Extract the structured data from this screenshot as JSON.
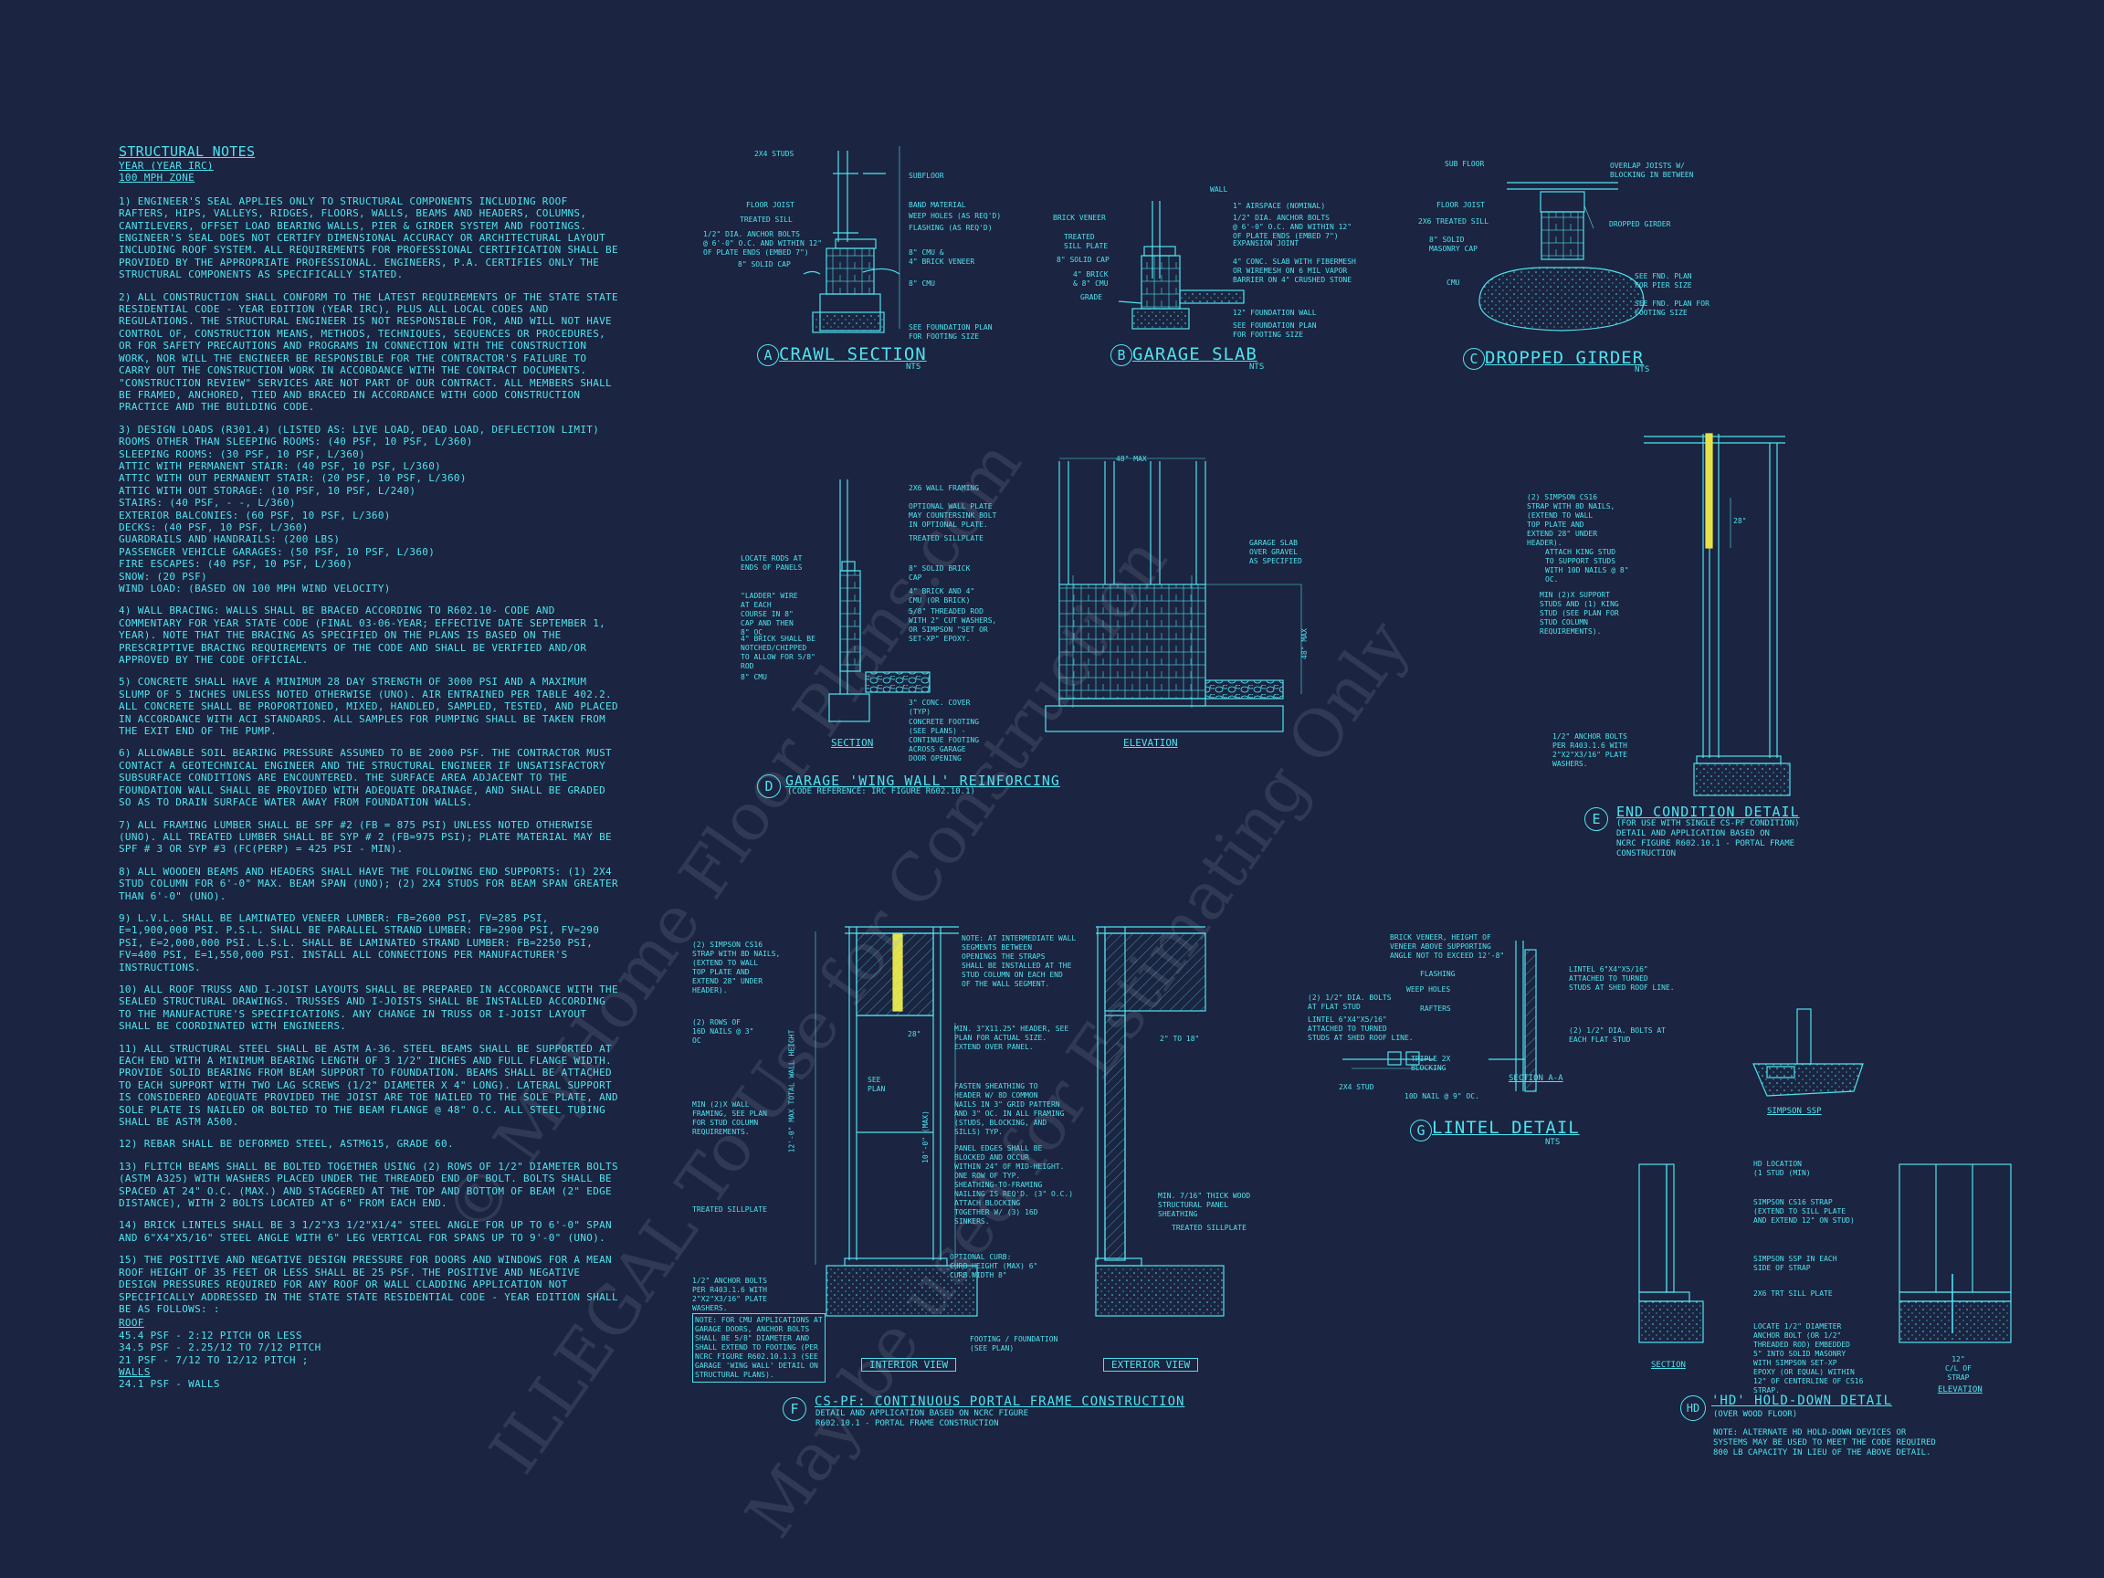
{
  "notes": {
    "header": "STRUCTURAL NOTES",
    "subheader_1": "YEAR (YEAR IRC)",
    "subheader_2": "100 mph ZONE",
    "paragraphs": [
      "1) ENGINEER'S SEAL APPLIES ONLY TO STRUCTURAL COMPONENTS INCLUDING ROOF RAFTERS, HIPS, VALLEYS, RIDGES, FLOORS, WALLS, BEAMS AND HEADERS, COLUMNS, CANTILEVERS, OFFSET LOAD BEARING WALLS, PIER & GIRDER SYSTEM AND FOOTINGS. ENGINEER'S SEAL DOES NOT CERTIFY DIMENSIONAL ACCURACY OR ARCHITECTURAL LAYOUT INCLUDING ROOF SYSTEM. ALL REQUIREMENTS FOR PROFESSIONAL CERTIFICATION SHALL BE PROVIDED BY THE APPROPRIATE PROFESSIONAL. ENGINEERS, P.A. CERTIFIES ONLY THE STRUCTURAL COMPONENTS AS SPECIFICALLY STATED.",
      "2) ALL CONSTRUCTION SHALL CONFORM TO THE LATEST REQUIREMENTS OF THE STATE STATE RESIDENTIAL CODE - YEAR EDITION (YEAR IRC), PLUS ALL LOCAL CODES AND REGULATIONS. THE STRUCTURAL ENGINEER IS NOT RESPONSIBLE FOR, AND WILL NOT HAVE CONTROL OF, CONSTRUCTION MEANS, METHODS, TECHNIQUES, SEQUENCES OR PROCEDURES, OR FOR SAFETY PRECAUTIONS AND PROGRAMS IN CONNECTION WITH THE CONSTRUCTION WORK, NOR WILL THE ENGINEER BE RESPONSIBLE FOR THE CONTRACTOR'S FAILURE TO CARRY OUT THE CONSTRUCTION WORK IN ACCORDANCE WITH THE CONTRACT DOCUMENTS. \"CONSTRUCTION REVIEW\" SERVICES ARE NOT PART OF OUR CONTRACT. ALL MEMBERS SHALL BE FRAMED, ANCHORED, TIED AND BRACED IN ACCORDANCE WITH GOOD CONSTRUCTION PRACTICE AND THE BUILDING CODE."
    ],
    "loads": [
      "3) DESIGN LOADS (R301.4) (LISTED AS: LIVE LOAD, DEAD LOAD, DEFLECTION LIMIT)",
      "ROOMS OTHER THAN SLEEPING ROOMS: (40 PSF, 10 PSF, L/360)",
      "SLEEPING ROOMS: (30 PSF, 10 PSF, L/360)",
      "ATTIC WITH PERMANENT STAIR: (40 PSF, 10 PSF, L/360)",
      "ATTIC WITH OUT PERMANENT STAIR: (20 PSF, 10 PSF, L/360)",
      "ATTIC WITH OUT STORAGE: (10 PSF, 10 PSF, L/240)",
      "STAIRS: (40 PSF, - -, L/360)",
      "EXTERIOR BALCONIES: (60 PSF, 10 PSF, L/360)",
      "DECKS: (40 PSF, 10 PSF, L/360)",
      "GUARDRAILS AND HANDRAILS: (200 LBS)",
      "PASSENGER VEHICLE GARAGES: (50 PSF, 10 PSF, L/360)",
      "FIRE ESCAPES: (40 PSF, 10 PSF, L/360)",
      "SNOW: (20 PSF)",
      "WIND LOAD: (BASED ON 100 MPH WIND VELOCITY)"
    ],
    "paragraphs_2": [
      "4) WALL BRACING: WALLS SHALL BE BRACED ACCORDING TO R602.10- CODE AND COMMENTARY FOR YEAR STATE CODE (FINAL 03-06-YEAR; EFFECTIVE DATE SEPTEMBER 1, YEAR). NOTE THAT THE BRACING AS SPECIFIED ON THE PLANS IS BASED ON THE PRESCRIPTIVE BRACING REQUIREMENTS OF THE CODE AND SHALL BE VERIFIED AND/OR APPROVED BY THE CODE OFFICIAL.",
      "5) CONCRETE SHALL HAVE A MINIMUM 28 DAY STRENGTH OF 3000 PSI AND A MAXIMUM SLUMP OF 5 INCHES UNLESS NOTED OTHERWISE (UNO). AIR ENTRAINED PER TABLE 402.2. ALL CONCRETE SHALL BE PROPORTIONED, MIXED, HANDLED, SAMPLED, TESTED, AND PLACED IN ACCORDANCE WITH ACI STANDARDS. ALL SAMPLES FOR PUMPING SHALL BE TAKEN FROM THE EXIT END OF THE PUMP.",
      "6) ALLOWABLE SOIL BEARING PRESSURE ASSUMED TO BE 2000 PSF. THE CONTRACTOR MUST CONTACT A GEOTECHNICAL ENGINEER AND THE STRUCTURAL ENGINEER IF UNSATISFACTORY SUBSURFACE CONDITIONS ARE ENCOUNTERED. THE SURFACE AREA ADJACENT TO THE FOUNDATION WALL SHALL BE PROVIDED WITH ADEQUATE DRAINAGE, AND SHALL BE GRADED SO AS TO DRAIN SURFACE WATER AWAY FROM FOUNDATION WALLS.",
      "7) ALL FRAMING LUMBER SHALL BE SPF #2 (Fb = 875 PSI) UNLESS NOTED OTHERWISE (UNO). ALL TREATED LUMBER SHALL BE SYP # 2 (Fb=975 PSI); PLATE MATERIAL MAY BE SPF # 3 OR SYP #3 (Fc(perp) = 425 PSI - MIN).",
      "8) ALL WOODEN BEAMS AND HEADERS SHALL HAVE THE FOLLOWING END SUPPORTS: (1) 2x4 STUD COLUMN FOR 6'-0\" MAX. BEAM SPAN (UNO); (2) 2x4 STUDS FOR BEAM SPAN GREATER THAN 6'-0\" (UNO).",
      "9) L.V.L. SHALL BE LAMINATED VENEER LUMBER: Fb=2600 PSI, Fv=285 PSI, E=1,900,000 PSI. P.S.L. SHALL BE PARALLEL STRAND LUMBER: Fb=2900 PSI, Fv=290 PSI, E=2,000,000 PSI. L.S.L. SHALL BE LAMINATED STRAND LUMBER: Fb=2250 PSI, Fv=400 PSI, E=1,550,000 PSI. INSTALL ALL CONNECTIONS PER MANUFACTURER'S INSTRUCTIONS.",
      "10) ALL ROOF TRUSS AND I-JOIST LAYOUTS SHALL BE PREPARED IN ACCORDANCE WITH THE SEALED STRUCTURAL DRAWINGS. TRUSSES AND I-JOISTS SHALL BE INSTALLED ACCORDING TO THE MANUFACTURE'S SPECIFICATIONS. ANY CHANGE IN TRUSS OR I-JOIST LAYOUT SHALL BE COORDINATED WITH ENGINEERS.",
      "11) ALL STRUCTURAL STEEL SHALL BE ASTM A-36. STEEL BEAMS SHALL BE SUPPORTED AT EACH END WITH A MINIMUM BEARING LENGTH OF 3 1/2\" INCHES AND FULL FLANGE WIDTH. PROVIDE SOLID BEARING FROM BEAM SUPPORT TO FOUNDATION. BEAMS SHALL BE ATTACHED TO EACH SUPPORT WITH TWO LAG SCREWS (1/2\" DIAMETER x 4\" LONG). LATERAL SUPPORT IS CONSIDERED ADEQUATE PROVIDED THE JOIST ARE TOE NAILED TO THE SOLE PLATE, AND SOLE PLATE IS NAILED OR BOLTED TO THE BEAM FLANGE @ 48\" O.C. ALL STEEL TUBING SHALL BE ASTM A500.",
      "12) REBAR SHALL BE DEFORMED STEEL, ASTM615, GRADE 60.",
      "13) FLITCH BEAMS SHALL BE BOLTED TOGETHER USING (2) ROWS OF 1/2\" DIAMETER BOLTS (ASTM A325) WITH WASHERS PLACED UNDER THE THREADED END OF BOLT. BOLTS SHALL BE SPACED AT 24\" O.C. (MAX.) AND STAGGERED AT THE TOP AND BOTTOM OF BEAM (2\" EDGE DISTANCE), WITH 2 BOLTS LOCATED AT 6\" FROM EACH END.",
      "14) BRICK LINTELS SHALL BE 3 1/2\"x3 1/2\"x1/4\" STEEL ANGLE FOR UP TO 6'-0\" SPAN AND 6\"x4\"x5/16\" STEEL ANGLE WITH 6\" LEG VERTICAL FOR SPANS UP TO 9'-0\" (UNO).",
      "15) THE POSITIVE AND NEGATIVE DESIGN PRESSURE FOR DOORS AND WINDOWS FOR A MEAN ROOF HEIGHT OF 35 FEET OR LESS SHALL BE 25 PSF. THE POSITIVE AND NEGATIVE DESIGN PRESSURES REQUIRED FOR ANY ROOF OR WALL CLADDING APPLICATION NOT SPECIFICALLY ADDRESSED IN THE STATE STATE RESIDENTIAL CODE - YEAR EDITION SHALL BE AS FOLLOWS: :"
    ],
    "roof_label": "ROOF",
    "roof_items": [
      "45.4 PSF - 2:12 PITCH OR LESS",
      "34.5 PSF - 2.25/12 TO 7/12 PITCH",
      "21 PSF - 7/12 TO 12/12 PITCH ;"
    ],
    "walls_label": "WALLS",
    "walls_items": [
      "24.1 PSF - WALLS"
    ]
  },
  "details": {
    "A": {
      "letter": "A",
      "title": "CRAWL SECTION",
      "scale": "NTS",
      "labels": [
        "2x4 STUDS",
        "FLOOR JOIST",
        "TREATED SILL",
        "1/2\" DIA. ANCHOR BOLTS\n@ 6'-0\" O.C. AND WITHIN 12\"\nOF PLATE ENDS (EMBED 7\")",
        "8\" SOLID CAP",
        "SUBFLOOR",
        "BAND MATERIAL",
        "WEEP HOLES (AS REQ'D)",
        "FLASHING (AS REQ'D)",
        "8\" CMU &\n4\" BRICK VENEER",
        "8\" CMU",
        "SEE FOUNDATION PLAN\nFOR FOOTING SIZE"
      ]
    },
    "B": {
      "letter": "B",
      "title": "GARAGE SLAB",
      "scale": "NTS",
      "labels": [
        "BRICK VENEER",
        "TREATED\nSILL PLATE",
        "8\" SOLID CAP",
        "4\" BRICK\n& 8\" CMU",
        "GRADE",
        "WALL",
        "1\" AIRSPACE (NOMINAL)",
        "1/2\" DIA. ANCHOR BOLTS\n@ 6'-0\" O.C. AND WITHIN 12\"\nOF PLATE ENDS (EMBED 7\")",
        "EXPANSION JOINT",
        "4\" CONC. SLAB WITH FIBERMESH\nOR WIREMESH ON 6 MIL VAPOR\nBARRIER ON 4\" CRUSHED STONE",
        "12\" FOUNDATION WALL",
        "SEE FOUNDATION PLAN\nFOR FOOTING SIZE"
      ]
    },
    "C": {
      "letter": "C",
      "title": "DROPPED GIRDER",
      "scale": "NTS",
      "labels": [
        "SUB FLOOR",
        "FLOOR JOIST",
        "2x6 TREATED SILL",
        "8\" SOLID\nMASONRY CAP",
        "CMU",
        "OVERLAP JOISTS W/\nBLOCKING IN BETWEEN",
        "DROPPED GIRDER",
        "SEE FND. PLAN\nFOR PIER SIZE",
        "SEE FND. PLAN FOR\nFOOTING SIZE"
      ]
    },
    "D": {
      "letter": "D",
      "title": "GARAGE 'WING WALL' REINFORCING",
      "sub": "(CODE REFERENCE: IRC FIGURE R602.10.1)",
      "section_label": "SECTION",
      "elevation_label": "ELEVATION",
      "dim_top": "48\" MAX",
      "dim_side": "48\" MAX",
      "labels": [
        "2x6 WALL FRAMING",
        "OPTIONAL WALL PLATE\nMAY COUNTERSINK BOLT\nIN OPTIONAL PLATE.",
        "TREATED SILLPLATE",
        "8\" SOLID BRICK\nCAP",
        "4\" BRICK AND 4\"\nCMU (OR BRICK)",
        "5/8\" THREADED ROD\nWITH 2\" CUT WASHERS,\nOR SIMPSON \"SET OR\nSET-XP\" EPOXY.",
        "LOCATE RODS AT\nENDS OF PANELS",
        "\"LADDER\" WIRE\nAT EACH\nCOURSE IN 8\"\nCAP AND THEN\n8\" OC",
        "4\" BRICK SHALL BE\nNOTCHED/CHIPPED\nTO ALLOW FOR 5/8\"\nROD",
        "8\" CMU",
        "3\" CONC. COVER\n(TYP)",
        "CONCRETE FOOTING\n(SEE PLANS) -\nCONTINUE FOOTING\nACROSS GARAGE\nDOOR OPENING",
        "GARAGE SLAB\nOVER GRAVEL\nAS SPECIFIED"
      ]
    },
    "E": {
      "letter": "E",
      "title": "END CONDITION DETAIL",
      "sub": "(FOR USE WITH SINGLE CS-PF CONDITION)\nDETAIL AND APPLICATION BASED ON\nNCRC FIGURE R602.10.1 - PORTAL FRAME\nCONSTRUCTION",
      "dim": "28\"",
      "labels": [
        "(2) SIMPSON CS16\nSTRAP WITH 8d NAILS,\n(EXTEND TO WALL\nTOP PLATE AND\nEXTEND 28\" UNDER\nHEADER).",
        "ATTACH KING STUD\nTO SUPPORT STUDS\nWITH 10d NAILS @ 8\"\nOC.",
        "MIN (2)X SUPPORT\nSTUDS AND (1) KING\nSTUD (SEE PLAN FOR\nSTUD COLUMN\nREQUIREMENTS).",
        "1/2\" ANCHOR BOLTS\nPER R403.1.6 WITH\n2\"x2\"x3/16\" PLATE\nWASHERS."
      ]
    },
    "F": {
      "letter": "F",
      "title": "CS-PF: CONTINUOUS PORTAL FRAME CONSTRUCTION",
      "sub": "DETAIL AND APPLICATION BASED ON NCRC FIGURE\nR602.10.1 - PORTAL FRAME CONSTRUCTION",
      "interior": "INTERIOR VIEW",
      "exterior": "EXTERIOR VIEW",
      "dim_1": "28\"",
      "dim_2": "2\" TO 18\"",
      "vert_1": "12'-0\" MAX TOTAL WALL HEIGHT",
      "vert_2": "10'-0\" (MAX)",
      "see_plan": "SEE\nPLAN",
      "labels": [
        "(2) SIMPSON CS16\nSTRAP WITH 8d NAILS,\n(EXTEND TO WALL\nTOP PLATE AND\nEXTEND 28\" UNDER\nHEADER).",
        "(2) ROWS OF\n16d NAILS @ 3\"\nOC",
        "MIN (2)X WALL\nFRAMING, SEE PLAN\nFOR STUD COLUMN\nREQUIREMENTS.",
        "TREATED SILLPLATE",
        "1/2\" ANCHOR BOLTS\nPER R403.1.6 WITH\n2\"x2\"x3/16\" PLATE\nWASHERS.",
        "NOTE: FOR CMU APPLICATIONS AT\nGARAGE DOORS, ANCHOR BOLTS\nSHALL BE 5/8\" DIAMETER AND\nSHALL EXTEND TO FOOTING (PER\nNCRC FIGURE R602.10.1.3 (SEE\nGARAGE 'WING WALL' DETAIL ON\nSTRUCTURAL PLANS).",
        "NOTE: AT INTERMEDIATE WALL\nSEGMENTS BETWEEN\nOPENINGS THE STRAPS\nSHALL BE INSTALLED AT THE\nSTUD COLUMN ON EACH END\nOF THE WALL SEGMENT.",
        "MIN. 3\"x11.25\" HEADER, SEE\nPLAN FOR ACTUAL SIZE.\nEXTEND OVER PANEL.",
        "FASTEN SHEATHING TO\nHEADER W/ 8d COMMON\nNAILS IN 3\" GRID PATTERN\nAND 3\" OC. IN ALL FRAMING\n(STUDS, BLOCKING, AND\nSILLS) TYP.",
        "PANEL EDGES SHALL BE\nBLOCKED AND OCCUR\nWITHIN 24\" OF MID-HEIGHT.\nONE ROW OF TYP.\nSHEATHING-TO-FRAMING\nNAILING IS REQ'D. (3\" O.C.)\nATTACH BLOCKING\nTOGETHER W/ (3) 16d\nSINKERS.",
        "OPTIONAL CURB:\nCURB HEIGHT (MAX) 6\"\nCURB WIDTH 8\"",
        "FOOTING / FOUNDATION\n(SEE PLAN)",
        "MIN. 7/16\" THICK WOOD\nSTRUCTURAL PANEL\nSHEATHING",
        "TREATED SILLPLATE"
      ]
    },
    "G": {
      "letter": "G",
      "title": "LINTEL DETAIL",
      "scale": "NTS",
      "section": "SECTION A-A",
      "labels": [
        "BRICK VENEER, HEIGHT OF\nVENEER ABOVE SUPPORTING\nANGLE NOT TO EXCEED 12'-8\"",
        "FLASHING",
        "WEEP HOLES",
        "RAFTERS",
        "TRIPLE 2x\nBLOCKING",
        "(2) 1/2\" DIA. BOLTS\nAT FLAT STUD",
        "LINTEL 6\"x4\"x5/16\"\nATTACHED TO TURNED\nSTUDS AT SHED ROOF LINE.",
        "2x4 STUD",
        "10d NAIL @ 9\" OC.",
        "LINTEL 6\"x4\"x5/16\"\nATTACHED TO TURNED\nSTUDS AT SHED ROOF LINE.",
        "(2) 1/2\" DIA. BOLTS AT\nEACH FLAT STUD"
      ]
    },
    "HD": {
      "letter": "HD",
      "title": "'HD' HOLD-DOWN DETAIL",
      "sub": "(OVER WOOD FLOOR)",
      "note": "NOTE: ALTERNATE HD HOLD-DOWN DEVICES OR\nSYSTEMS MAY BE USED TO MEET THE CODE REQUIRED\n800 LB CAPACITY IN LIEU OF THE ABOVE DETAIL.",
      "simpson": "SIMPSON SSP",
      "section": "SECTION",
      "elevation": "ELEVATION",
      "dim": "12\"\nC/L OF\nSTRAP",
      "labels": [
        "HD LOCATION\n(1 STUD (MIN)",
        "SIMPSON CS16 STRAP\n(EXTEND TO SILL PLATE\nAND EXTEND 12\" ON STUD)",
        "SIMPSON SSP IN EACH\nSIDE OF STRAP",
        "2x6 TRT SILL PLATE",
        "LOCATE 1/2\" DIAMETER\nANCHOR BOLT (OR 1/2\"\nTHREADED ROD) EMBEDDED\n5\" INTO SOLID MASONRY\nWITH SIMPSON SET-XP\nEPOXY (OR EQUAL) WITHIN\n12\" OF CENTERLINE OF CS16\nSTRAP."
      ]
    }
  },
  "watermark": {
    "line_1": "© MyHome Floor Plans.com",
    "line_2": "ILLEGAL To Use for Construction",
    "line_3": "May be used for Estimating Only"
  },
  "colors": {
    "background": "#1b2440",
    "line": "#4fe3f0",
    "highlight": "#e6e34a",
    "fill": "#26304e"
  }
}
